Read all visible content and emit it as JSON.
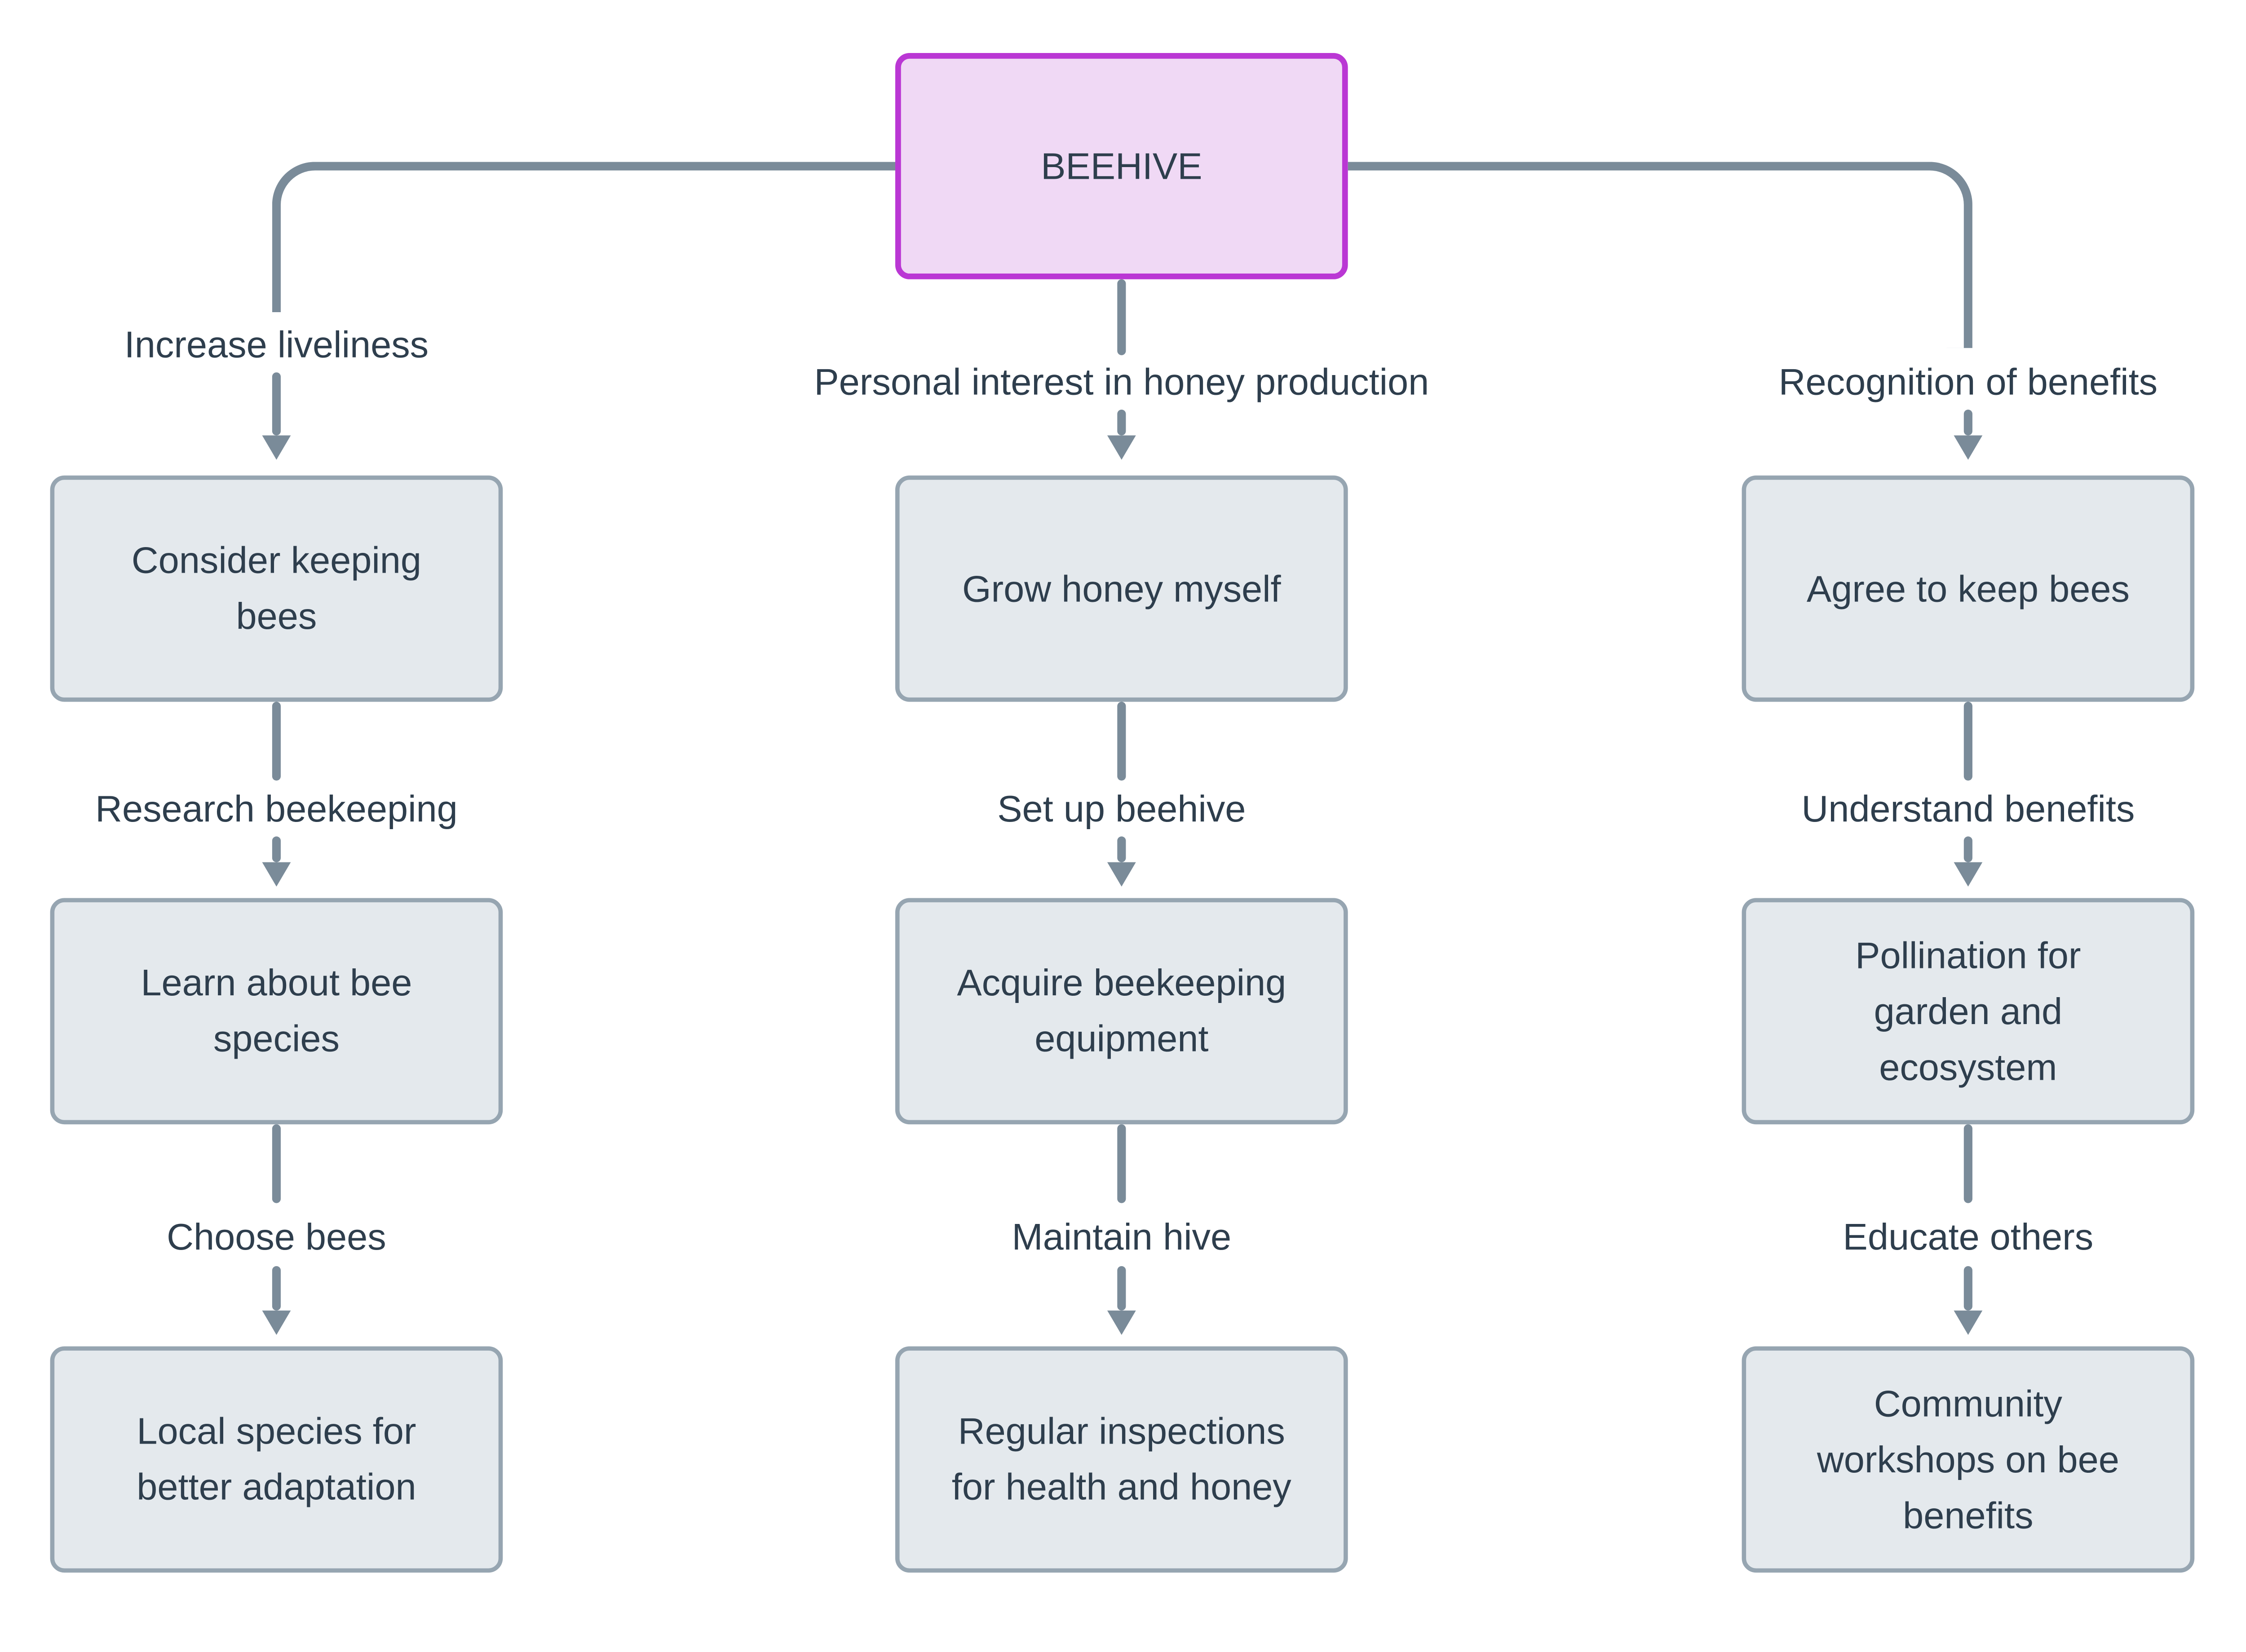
{
  "root": {
    "label": "BEEHIVE"
  },
  "columns": [
    {
      "edges": [
        "Increase liveliness",
        "Research beekeeping",
        "Choose bees"
      ],
      "nodes": [
        "Consider keeping\nbees",
        "Learn about bee\nspecies",
        "Local species for\nbetter adaptation"
      ]
    },
    {
      "edges": [
        "Personal interest in honey production",
        "Set up beehive",
        "Maintain hive"
      ],
      "nodes": [
        "Grow honey myself",
        "Acquire beekeeping\nequipment",
        "Regular inspections\nfor health and honey"
      ]
    },
    {
      "edges": [
        "Recognition of benefits",
        "Understand benefits",
        "Educate others"
      ],
      "nodes": [
        "Agree to keep bees",
        "Pollination for\ngarden and\necosystem",
        "Community\nworkshops on bee\nbenefits"
      ]
    }
  ],
  "colors": {
    "background": "#ffffff",
    "line": "#7a8b99",
    "text": "#2e3e4d",
    "node_fill": "#e4e9ed",
    "node_border": "#96a5b1",
    "root_fill": "#f0d9f5",
    "root_border": "#ba37d4"
  }
}
